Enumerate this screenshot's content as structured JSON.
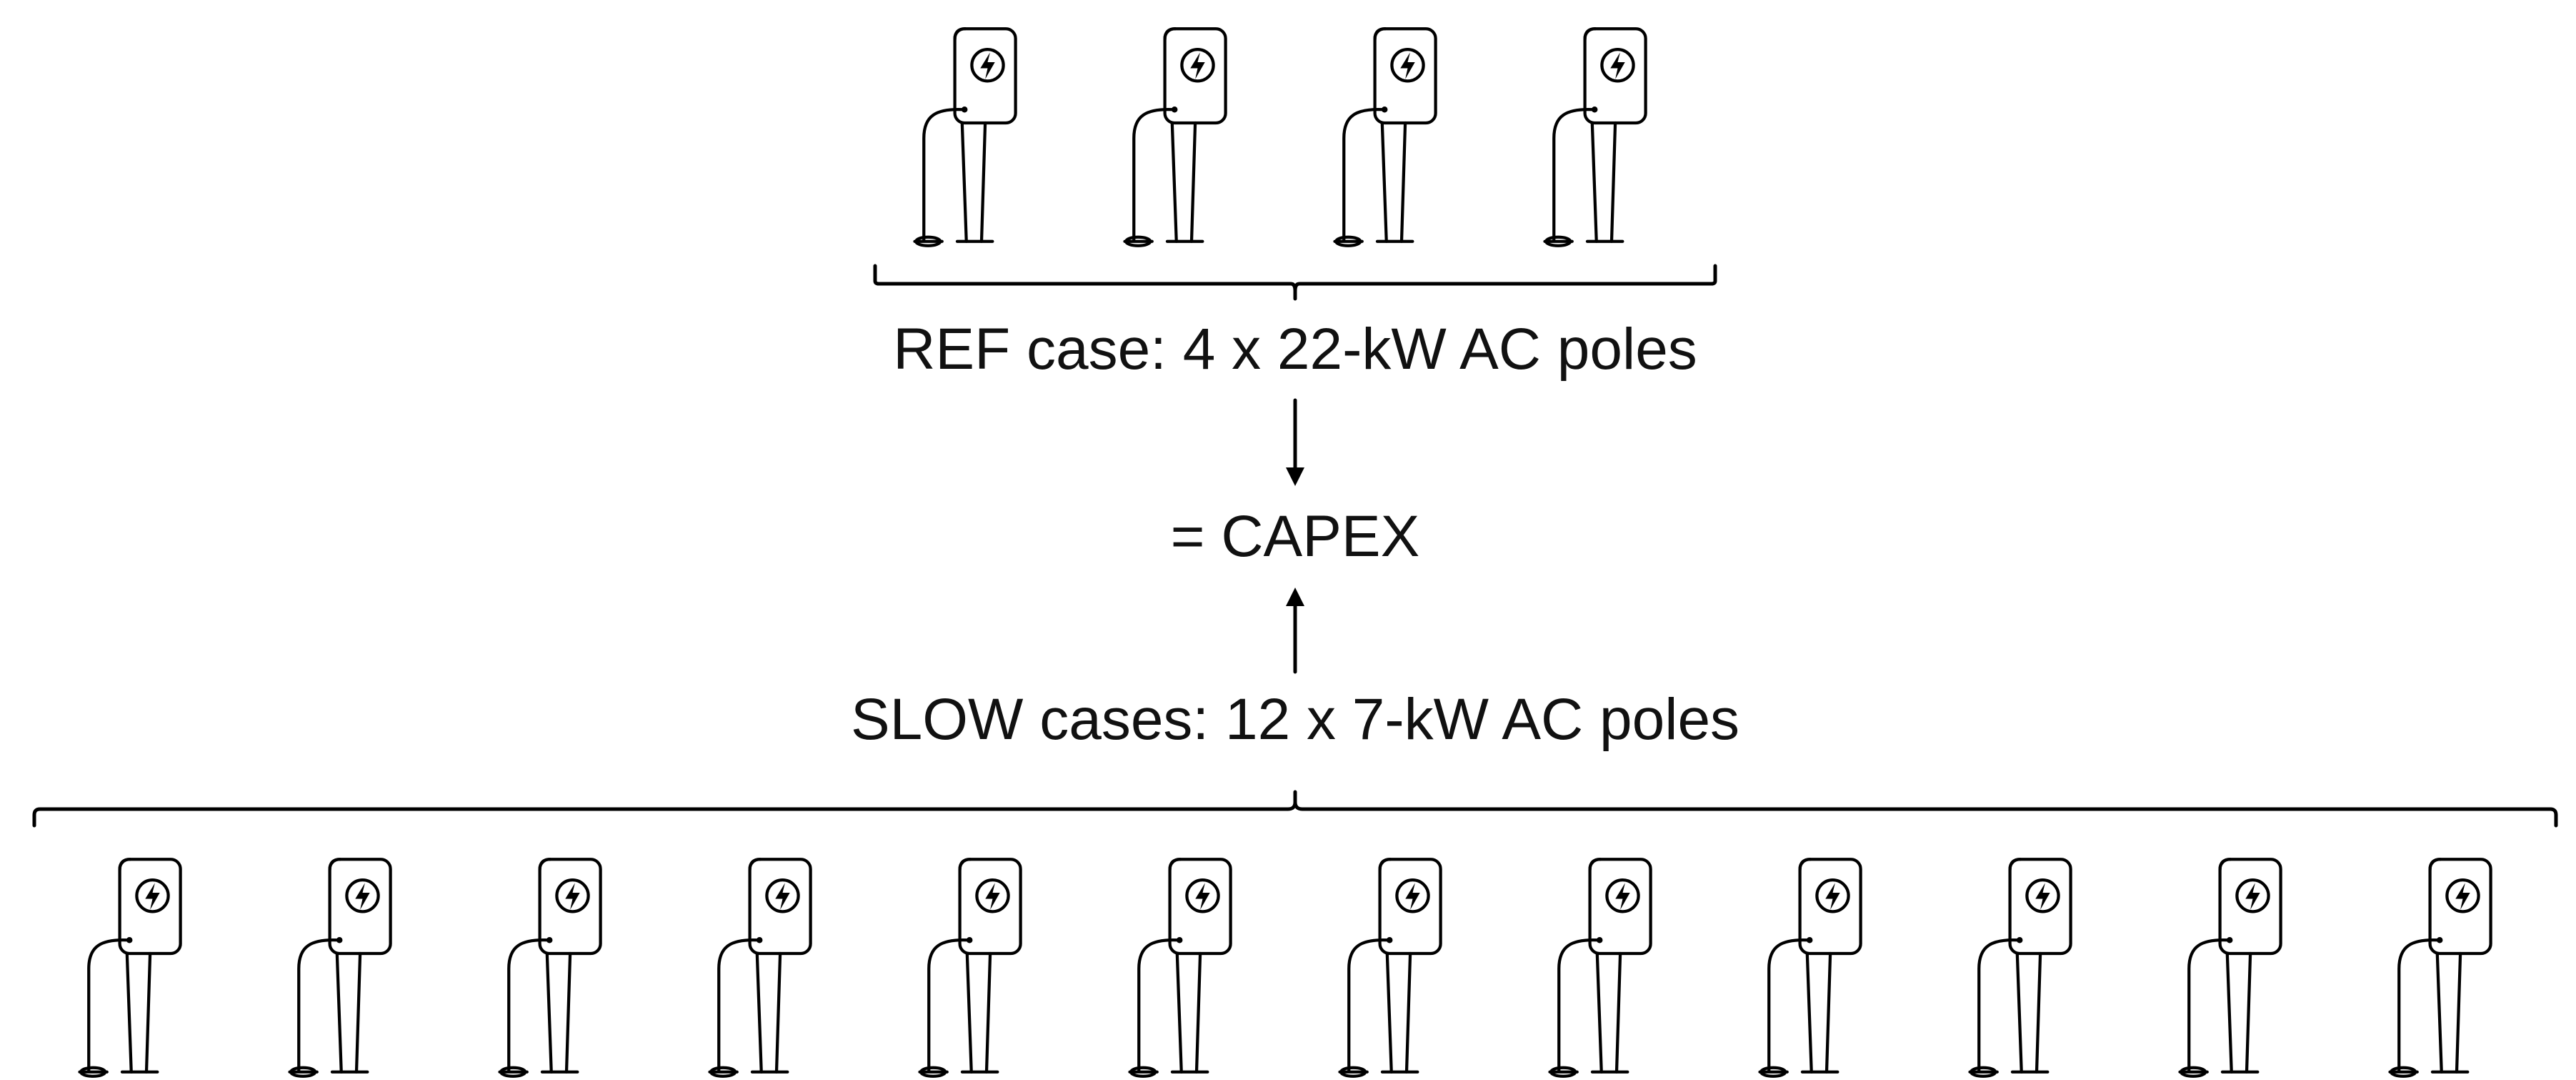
{
  "ref_case": {
    "label": "REF case: 4 x 22-kW AC poles",
    "pole_count": 4,
    "pole_icon": "ev-charger-icon"
  },
  "result": {
    "label": "= CAPEX"
  },
  "slow_cases": {
    "label": "SLOW cases: 12 x 7-kW AC poles",
    "pole_count": 12,
    "pole_icon": "ev-charger-icon"
  },
  "colors": {
    "line": "#000000",
    "text": "#111111",
    "background": "#ffffff"
  }
}
